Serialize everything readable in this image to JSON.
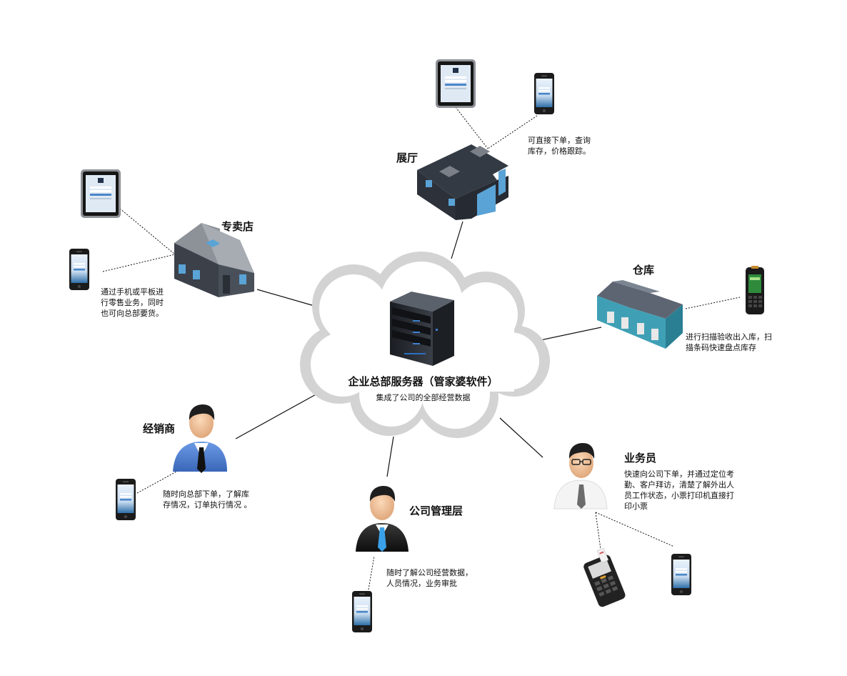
{
  "center": {
    "title": "企业总部服务器（管家婆软件）",
    "subtitle": "集成了公司的全部经营数据"
  },
  "nodes": {
    "showroom": {
      "label": "展厅",
      "desc": [
        "可直接下单，查询",
        "库存，价格跟踪。"
      ]
    },
    "store": {
      "label": "专卖店",
      "desc": [
        "通过手机或平板进",
        "行零售业务，同时",
        "也可向总部要货。"
      ]
    },
    "warehouse": {
      "label": "仓库",
      "desc": [
        "进行扫描验收出入库，扫",
        "描条码快速盘点库存"
      ]
    },
    "dealer": {
      "label": "经销商",
      "desc": [
        "随时向总部下单，了解库",
        "存情况，订单执行情况 。"
      ]
    },
    "management": {
      "label": "公司管理层",
      "desc": [
        "随时了解公司经营数据，",
        "人员情况，业务审批"
      ]
    },
    "salesman": {
      "label": "业务员",
      "desc": [
        "快速向公司下单，并通过定位考",
        "勤、客户拜访，清楚了解外出人",
        "员工作状态，小票打印机直接打",
        "印小票"
      ]
    }
  },
  "colors": {
    "cloud": "#d2d2d2",
    "building_blue": "#5aa3d6",
    "building_dark": "#3d4450",
    "suit_blue": "#4f7fd0"
  }
}
